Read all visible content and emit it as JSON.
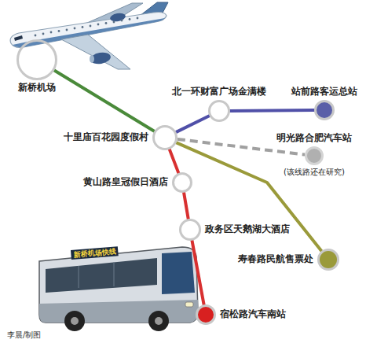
{
  "diagram": {
    "nodes": [
      {
        "text": [
          "新桥机场"
        ]
      },
      {
        "text": [
          "十里庙百花园度假村"
        ]
      },
      {
        "text": [
          "北一环财富广场金满楼"
        ]
      },
      {
        "text": [
          "站前路客运总站"
        ]
      },
      {
        "text": [
          "明光路合肥汽车站",
          "(该线路还在研究)"
        ]
      },
      {
        "text": [
          "黄山路皇冠假日酒店"
        ]
      },
      {
        "text": [
          "政务区天鹅湖大酒店"
        ]
      },
      {
        "text": [
          "寿春路民航售票处"
        ]
      },
      {
        "text": [
          "宿松路汽车南站"
        ]
      }
    ],
    "edges": [
      {
        "from": 0,
        "to": 1,
        "arrow": "none"
      },
      {
        "from": 1,
        "to": 2,
        "arrow": "none"
      },
      {
        "from": 2,
        "to": 3,
        "arrow": "none"
      },
      {
        "from": 1,
        "to": 4,
        "arrow": "none"
      },
      {
        "from": 1,
        "to": 7,
        "arrow": "none"
      },
      {
        "from": 1,
        "to": 5,
        "arrow": "none"
      },
      {
        "from": 5,
        "to": 6,
        "arrow": "none"
      },
      {
        "from": 6,
        "to": 8,
        "arrow": "none"
      }
    ],
    "labels": [
      "新桥机场快线",
      "李晨/制图"
    ]
  }
}
